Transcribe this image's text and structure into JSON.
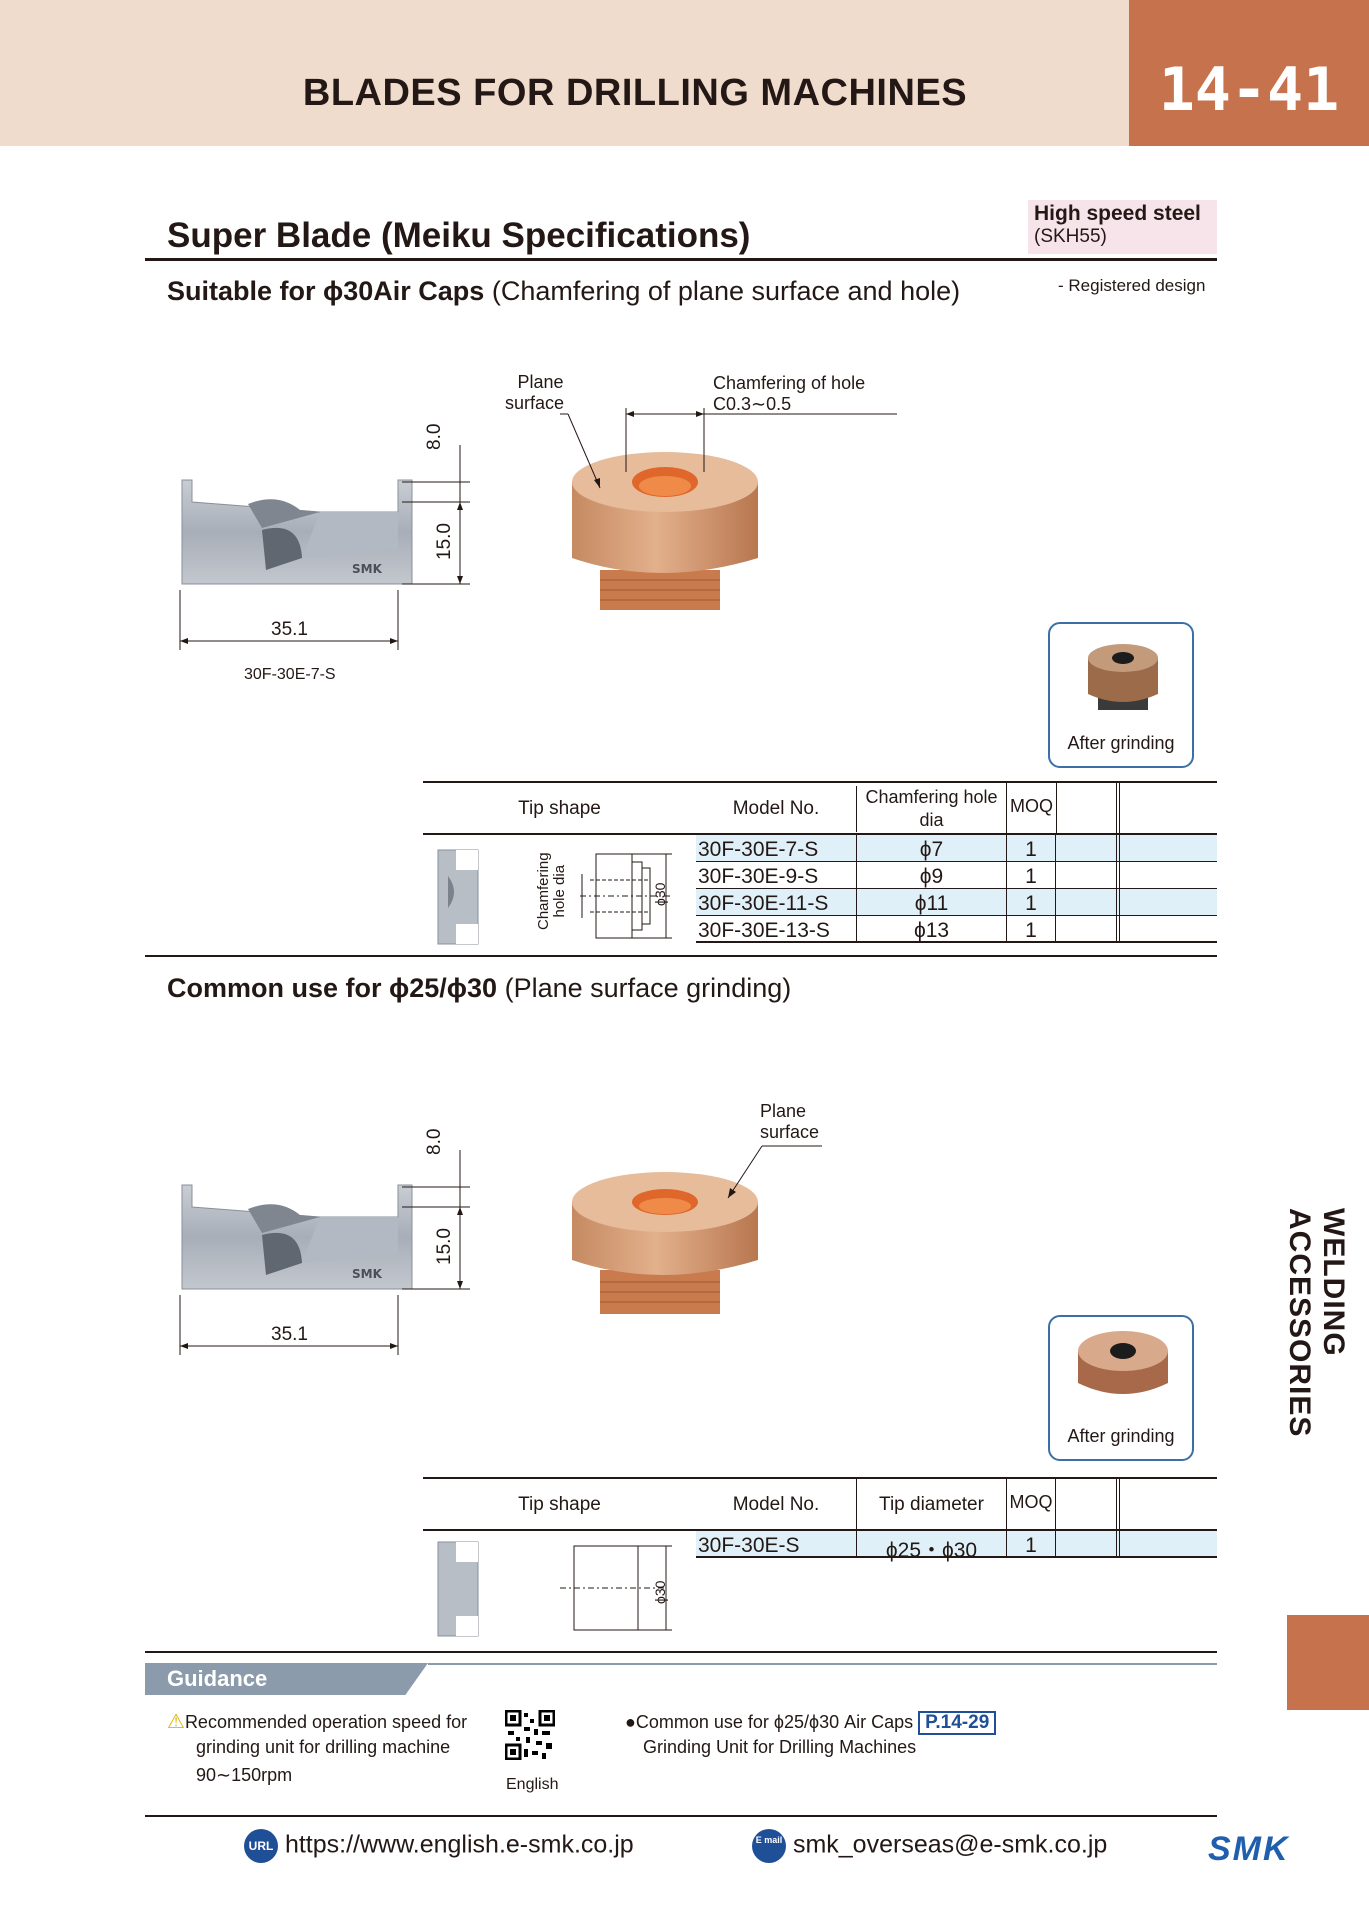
{
  "header": {
    "title": "BLADES FOR DRILLING MACHINES",
    "page_number": "14-41"
  },
  "section": {
    "title": "Super Blade (Meiku Specifications)",
    "material_name": "High speed steel",
    "material_code": "(SKH55)",
    "registered_design": "- Registered design"
  },
  "product1": {
    "heading_bold": "Suitable for ϕ30Air Caps",
    "heading_note": "(Chamfering of plane surface and hole)",
    "dim_height_top": "8.0",
    "dim_height": "15.0",
    "dim_width": "35.1",
    "model_caption": "30F-30E-7-S",
    "label_plane_line1": "Plane",
    "label_plane_line2": "surface",
    "label_chamfer_line1": "Chamfering of hole",
    "label_chamfer_line2": "C0.3∼0.5",
    "after_grinding": "After grinding",
    "table": {
      "headers": [
        "Tip shape",
        "Model No.",
        "Chamfering hole dia",
        "MOQ"
      ],
      "tip_label_line1": "Chamfering",
      "tip_label_line2": "hole dia",
      "tip_dim": "ϕ30",
      "rows": [
        {
          "model": "30F-30E-7-S",
          "dia": "ϕ7",
          "moq": "1"
        },
        {
          "model": "30F-30E-9-S",
          "dia": "ϕ9",
          "moq": "1"
        },
        {
          "model": "30F-30E-11-S",
          "dia": "ϕ11",
          "moq": "1"
        },
        {
          "model": "30F-30E-13-S",
          "dia": "ϕ13",
          "moq": "1"
        }
      ]
    }
  },
  "product2": {
    "heading_bold": "Common use for ϕ25/ϕ30",
    "heading_note": "(Plane surface grinding)",
    "dim_height_top": "8.0",
    "dim_height": "15.0",
    "dim_width": "35.1",
    "label_plane_line1": "Plane",
    "label_plane_line2": "surface",
    "after_grinding": "After grinding",
    "table": {
      "headers": [
        "Tip shape",
        "Model No.",
        "Tip diameter",
        "MOQ"
      ],
      "tip_dim": "ϕ30",
      "rows": [
        {
          "model": "30F-30E-S",
          "dia": "ϕ25・ϕ30",
          "moq": "1"
        }
      ]
    }
  },
  "guidance": {
    "title": "Guidance",
    "speed_line1": "Recommended operation speed for",
    "speed_line2": "grinding unit for drilling machine",
    "speed_line3": "90∼150rpm",
    "qr_caption": "English",
    "common_line1": "●Common use for ϕ25/ϕ30 Air Caps",
    "common_ref": "P.14-29",
    "common_line2": "Grinding Unit for Drilling Machines"
  },
  "footer": {
    "url_badge": "URL",
    "url": "https://www.english.e-smk.co.jp",
    "mail_badge": "E mail",
    "email": "smk_overseas@e-smk.co.jp",
    "logo": "SMK"
  },
  "side_tab": "WELDING ACCESSORIES",
  "blade_mark": "SMK"
}
